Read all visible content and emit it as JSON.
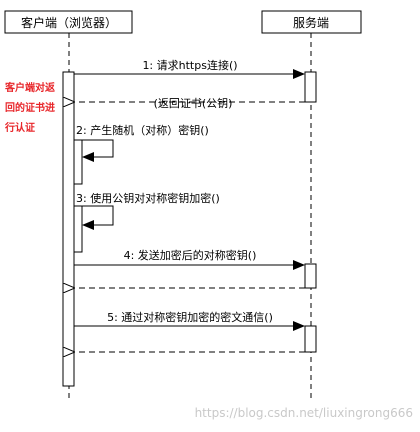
{
  "participants": {
    "client": "客户端（浏览器）",
    "server": "服务端"
  },
  "messages": [
    {
      "label": "1: 请求https连接()",
      "kind": "call"
    },
    {
      "label": "(返回证书(公钥)",
      "kind": "return"
    },
    {
      "label": "2: 产生随机（对称）密钥()",
      "kind": "self"
    },
    {
      "label": "3: 使用公钥对对称密钥加密()",
      "kind": "self"
    },
    {
      "label": "4: 发送加密后的对称密钥()",
      "kind": "call"
    },
    {
      "label": "5: 通过对称密钥加密的密文通信()",
      "kind": "call"
    }
  ],
  "note": {
    "lines": [
      "客户端对返",
      "回的证书进",
      "行认证"
    ],
    "color": "#e8262a"
  },
  "watermark": "https://blog.csdn.net/liuxingrong666"
}
